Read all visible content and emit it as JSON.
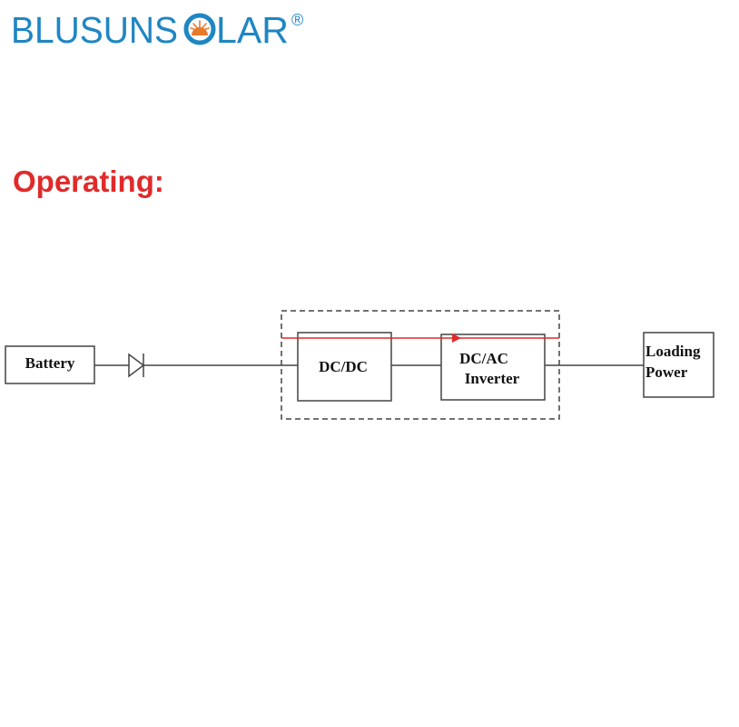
{
  "brand": {
    "prefix": "BLUSUNS",
    "o_letter": "O",
    "suffix": "LAR",
    "registered": "®",
    "color": "#1f86c3",
    "sun_color": "#e8792b"
  },
  "heading": {
    "text": "Operating:",
    "color": "#e02a2a"
  },
  "diagram": {
    "battery": "Battery",
    "dcdc": "DC/DC",
    "dcac_line1": "DC/AC",
    "dcac_line2": "Inverter",
    "load_line1": "Loading",
    "load_line2": "Power",
    "line_color": "#444444",
    "flow_color": "#e02a2a",
    "diode_icon": "diode-icon",
    "arrow_icon": "flow-arrow-icon"
  }
}
